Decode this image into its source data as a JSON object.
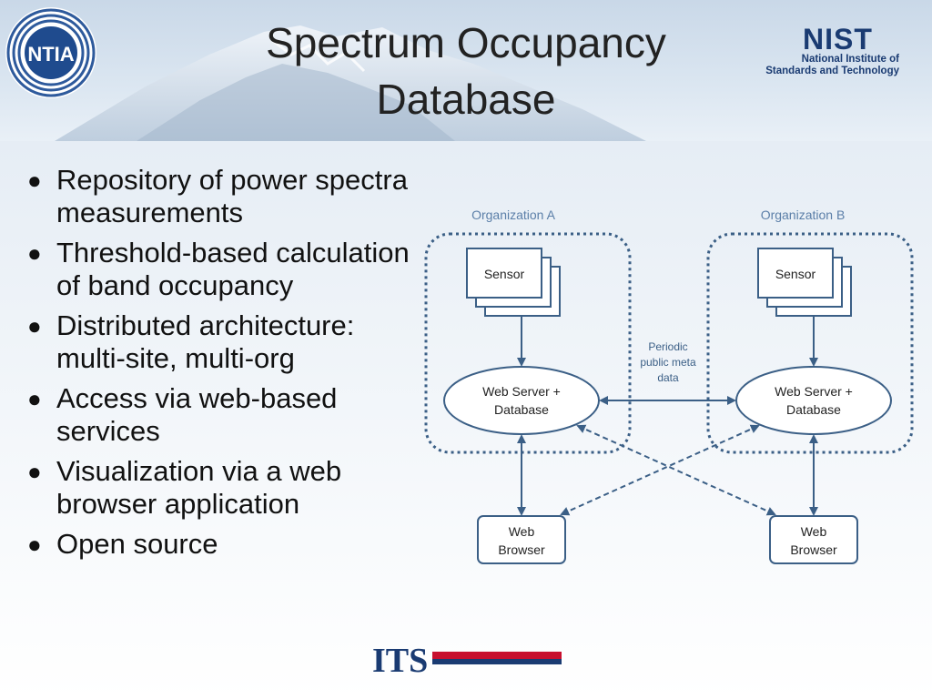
{
  "slide": {
    "title": "Spectrum Occupancy Database",
    "logos": {
      "ntia": "NTIA",
      "nist_mark": "NIST",
      "nist_sub_line1": "National Institute of",
      "nist_sub_line2": "Standards and Technology",
      "its": "ITS"
    }
  },
  "bullets": [
    "Repository of power spectra measurements",
    "Threshold-based calculation of band occupancy",
    "Distributed architecture: multi-site, multi-org",
    "Access via web-based services",
    "Visualization via a web browser application",
    "Open source"
  ],
  "diagram": {
    "org_a": "Organization A",
    "org_b": "Organization B",
    "sensor": "Sensor",
    "server_line1": "Web Server +",
    "server_line2": "Database",
    "browser_line1": "Web",
    "browser_line2": "Browser",
    "link_line1": "Periodic",
    "link_line2": "public meta",
    "link_line3": "data"
  },
  "colors": {
    "diagram_stroke": "#3b5f86",
    "org_label": "#5b7fa8",
    "nist_blue": "#1a3b72",
    "its_red": "#c8102e"
  }
}
